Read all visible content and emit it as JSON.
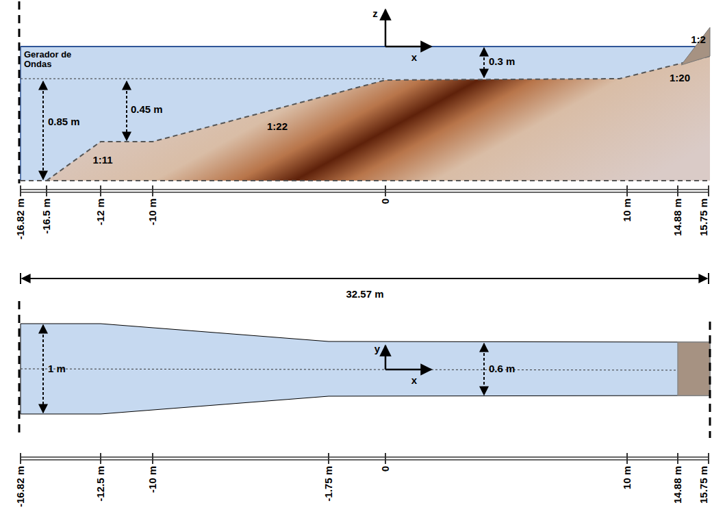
{
  "diagram": {
    "labels": [
      "z",
      "x",
      "Gerador de Ondas",
      "0.3 m",
      "1:2",
      "1:20",
      "0.85 m",
      "0.45 m",
      "1:22",
      "1:11",
      "-16.82 m",
      "-16.5 m",
      "-12 m",
      "-10 m",
      "0",
      "10 m",
      "14.88 m",
      "15.75 m",
      "32.57 m",
      "y",
      "x",
      "1 m",
      "0.6 m",
      "-16.82 m",
      "-12.5 m",
      "-10 m",
      "-1.75 m",
      "0",
      "10 m",
      "14.88 m",
      "15.75 m"
    ]
  }
}
